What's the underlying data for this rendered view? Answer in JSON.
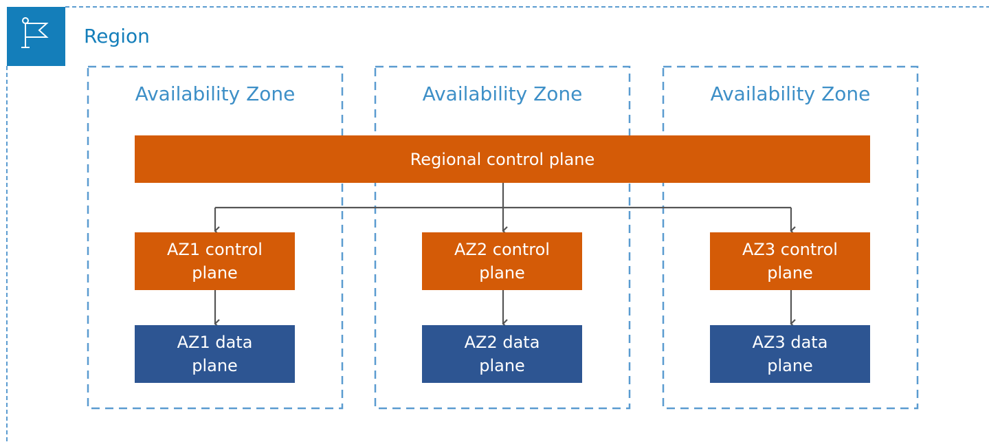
{
  "region": {
    "title": "Region",
    "icon": "flag-icon",
    "accent_color": "#147EBA"
  },
  "availability_zones": [
    {
      "title": "Availability Zone"
    },
    {
      "title": "Availability Zone"
    },
    {
      "title": "Availability Zone"
    }
  ],
  "regional_control_plane": {
    "label": "Regional control plane",
    "color": "#D45B07"
  },
  "az_control_planes": [
    {
      "label": "AZ1 control plane"
    },
    {
      "label": "AZ2 control plane"
    },
    {
      "label": "AZ3 control plane"
    }
  ],
  "az_data_planes": [
    {
      "label": "AZ1 data plane"
    },
    {
      "label": "AZ2 data plane"
    },
    {
      "label": "AZ3 data plane"
    }
  ],
  "colors": {
    "control_plane": "#D45B07",
    "data_plane": "#2D5592",
    "connector": "#555555",
    "zone_border": "#5A9BD0"
  }
}
